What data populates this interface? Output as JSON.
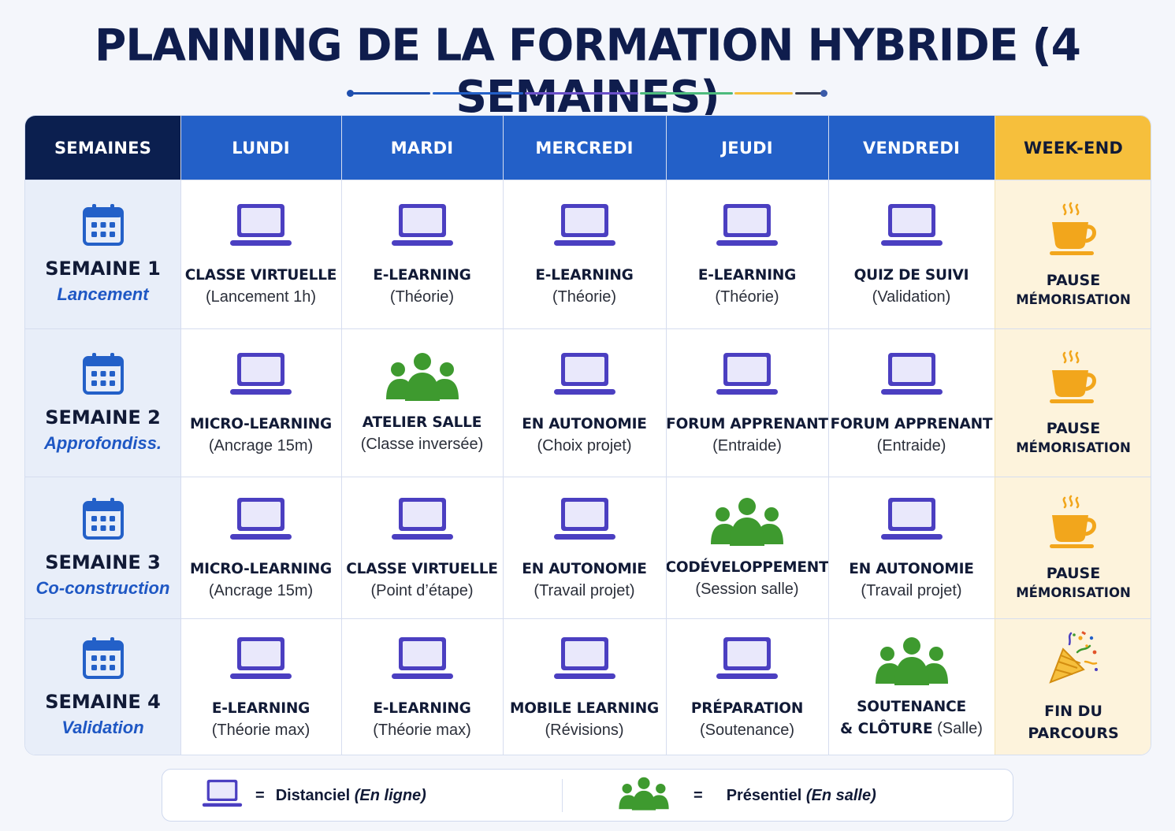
{
  "title": "PLANNING DE LA FORMATION HYBRIDE (4 SEMAINES)",
  "colors": {
    "navy": "#0b1f4f",
    "blue": "#2360c8",
    "yellow": "#f6bf3c",
    "laptop": "#4b3fc1",
    "group": "#3e9a2f",
    "coffee": "#f2a61c"
  },
  "headers": {
    "weeks": "SEMAINES",
    "days": [
      "LUNDI",
      "MARDI",
      "MERCREDI",
      "JEUDI",
      "VENDREDI"
    ],
    "weekend": "WEEK-END"
  },
  "weeks": [
    {
      "name": "SEMAINE 1",
      "subtitle": "Lancement",
      "days": [
        {
          "icon": "laptop-icon",
          "title": "CLASSE VIRTUELLE",
          "sub": "(Lancement 1h)"
        },
        {
          "icon": "laptop-icon",
          "title": "E-LEARNING",
          "sub": "(Théorie)"
        },
        {
          "icon": "laptop-icon",
          "title": "E-LEARNING",
          "sub": "(Théorie)"
        },
        {
          "icon": "laptop-icon",
          "title": "E-LEARNING",
          "sub": "(Théorie)"
        },
        {
          "icon": "laptop-icon",
          "title": "QUIZ DE SUIVI",
          "sub": "(Validation)"
        }
      ],
      "weekend": {
        "icon": "coffee-cup-icon",
        "line1": "PAUSE",
        "line2": "MÉMORISATION"
      }
    },
    {
      "name": "SEMAINE 2",
      "subtitle": "Approfondiss.",
      "days": [
        {
          "icon": "laptop-icon",
          "title": "MICRO-LEARNING",
          "sub": "(Ancrage 15m)"
        },
        {
          "icon": "group-icon",
          "title": "ATELIER SALLE",
          "sub": "(Classe inversée)"
        },
        {
          "icon": "laptop-icon",
          "title": "EN AUTONOMIE",
          "sub": "(Choix projet)"
        },
        {
          "icon": "laptop-icon",
          "title": "FORUM APPRENANT",
          "sub": "(Entraide)"
        },
        {
          "icon": "laptop-icon",
          "title": "FORUM APPRENANT",
          "sub": "(Entraide)"
        }
      ],
      "weekend": {
        "icon": "coffee-cup-icon",
        "line1": "PAUSE",
        "line2": "MÉMORISATION"
      }
    },
    {
      "name": "SEMAINE 3",
      "subtitle": "Co-construction",
      "days": [
        {
          "icon": "laptop-icon",
          "title": "MICRO-LEARNING",
          "sub": "(Ancrage 15m)"
        },
        {
          "icon": "laptop-icon",
          "title": "CLASSE VIRTUELLE",
          "sub": "(Point d’étape)"
        },
        {
          "icon": "laptop-icon",
          "title": "EN AUTONOMIE",
          "sub": "(Travail projet)"
        },
        {
          "icon": "group-icon",
          "title": "CODÉVELOPPEMENT",
          "sub": "(Session salle)"
        },
        {
          "icon": "laptop-icon",
          "title": "EN AUTONOMIE",
          "sub": "(Travail projet)"
        }
      ],
      "weekend": {
        "icon": "coffee-cup-icon",
        "line1": "PAUSE",
        "line2": "MÉMORISATION"
      }
    },
    {
      "name": "SEMAINE 4",
      "subtitle": "Validation",
      "days": [
        {
          "icon": "laptop-icon",
          "title": "E-LEARNING",
          "sub": "(Théorie max)"
        },
        {
          "icon": "laptop-icon",
          "title": "E-LEARNING",
          "sub": "(Théorie max)"
        },
        {
          "icon": "laptop-icon",
          "title": "MOBILE LEARNING",
          "sub": "(Révisions)"
        },
        {
          "icon": "laptop-icon",
          "title": "PRÉPARATION",
          "sub": "(Soutenance)"
        },
        {
          "icon": "group-icon",
          "title": "SOUTENANCE",
          "sub_bold": "& CLÔTURE",
          "sub": " (Salle)"
        }
      ],
      "weekend": {
        "icon": "party-popper-icon",
        "line1": "FIN DU",
        "line2": "PARCOURS"
      }
    }
  ],
  "legend": {
    "distanciel_eq": "=",
    "distanciel_label": "Distanciel",
    "distanciel_detail": "(En ligne)",
    "presentiel_eq": "=",
    "presentiel_label": "Présentiel",
    "presentiel_detail": "(En salle)"
  }
}
